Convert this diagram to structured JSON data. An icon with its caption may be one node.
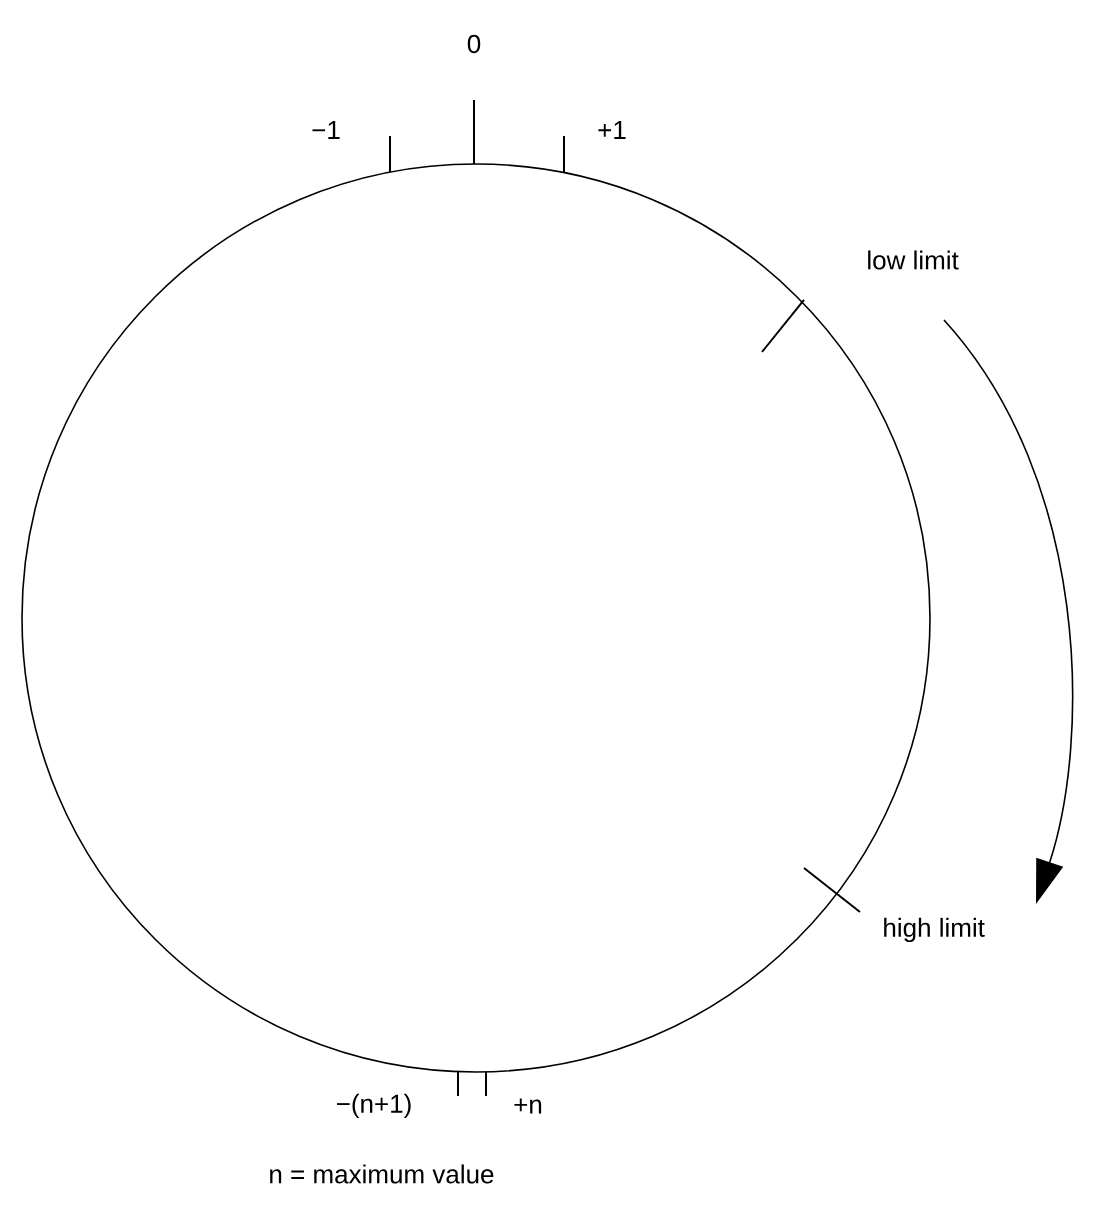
{
  "diagram": {
    "labels": [
      "0",
      "−1",
      "+1",
      "low limit",
      "high limit",
      "−(n+1)",
      "+n",
      "n = maximum value"
    ]
  }
}
